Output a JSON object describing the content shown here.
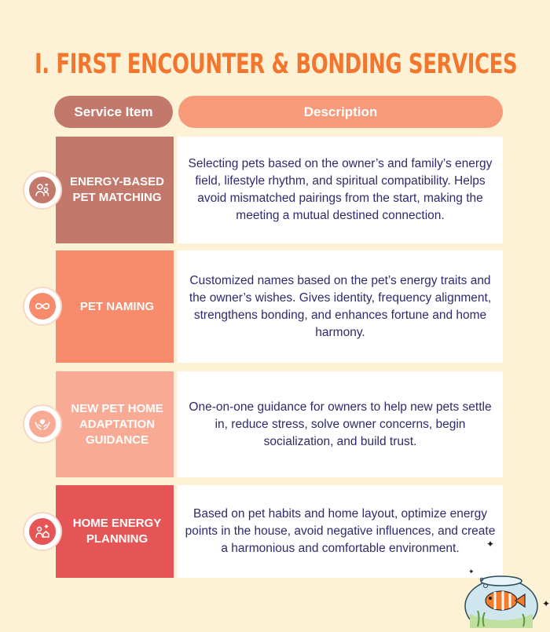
{
  "title": "I. FIRST ENCOUNTER & BONDING SERVICES",
  "headers": {
    "item": "Service Item",
    "description": "Description"
  },
  "rows": [
    {
      "item": "ENERGY-BASED PET MATCHING",
      "description": "Selecting pets based on the owner’s and family’s energy field, lifestyle rhythm, and spiritual compatibility. Helps avoid mismatched pairings from the start, making the meeting a mutual destined connection.",
      "icon": "pet-bond-icon",
      "color": "#c2786b"
    },
    {
      "item": "PET NAMING",
      "description": "Customized names based on the pet’s energy traits and the owner’s wishes. Gives identity, frequency alignment, strengthens bonding, and enhances fortune and home harmony.",
      "icon": "infinity-paws-icon",
      "color": "#f78b6c"
    },
    {
      "item": "NEW PET HOME ADAPTATION GUIDANCE",
      "description": "One-on-one guidance for owners to help new pets settle in, reduce stress, solve owner concerns, begin socialization, and build trust.",
      "icon": "caring-hands-icon",
      "color": "#f9aa95"
    },
    {
      "item": "HOME ENERGY PLANNING",
      "description": "Based on pet habits and home layout, optimize energy points in the house, avoid negative influences, and create a harmonious and comfortable environment.",
      "icon": "pets-home-icon",
      "color": "#e65555"
    }
  ],
  "decoration": {
    "icon": "fishbowl-icon"
  }
}
